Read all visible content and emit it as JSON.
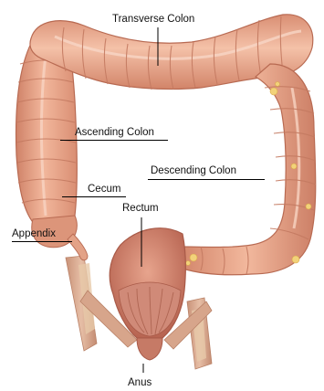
{
  "labels": {
    "transverse_colon": "Transverse Colon",
    "ascending_colon": "Ascending Colon",
    "descending_colon": "Descending Colon",
    "cecum": "Cecum",
    "rectum": "Rectum",
    "appendix": "Appendix",
    "anus": "Anus"
  },
  "colors": {
    "colon_fill": "#e9a98c",
    "colon_highlight": "#f6cdb9",
    "colon_shadow": "#c97860",
    "fold_line": "#c98a70",
    "fat_deposit": "#f2d27a",
    "muscle": "#d4a48a",
    "rectum_inner": "#c97a68",
    "leader_line": "#000000"
  }
}
